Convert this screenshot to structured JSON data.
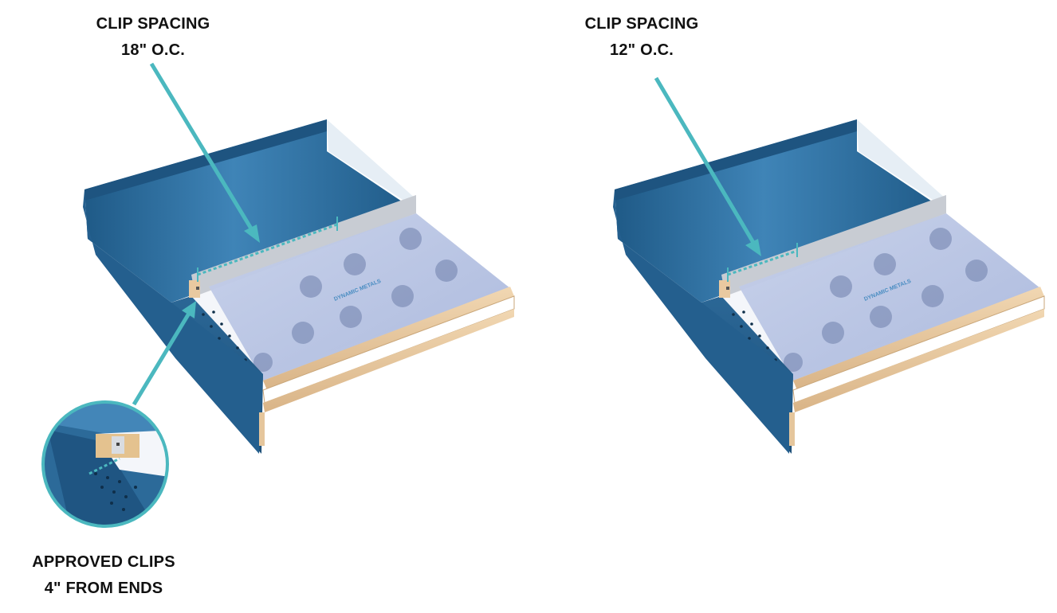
{
  "labels": {
    "left_title_line1": "CLIP SPACING",
    "left_title_line2": "18\" O.C.",
    "right_title_line1": "CLIP SPACING",
    "right_title_line2": "12\" O.C.",
    "clips_line1": "APPROVED CLIPS",
    "clips_line2": "4\" FROM ENDS"
  },
  "underlayment_watermark": "DYNAMIC METALS",
  "colors": {
    "panel_blue": "#2c6a99",
    "panel_blue_light": "#4a8fc0",
    "arrow_teal": "#4bb8bf",
    "underlayment": "#b9c6e3",
    "wood": "#e8c9a0"
  }
}
